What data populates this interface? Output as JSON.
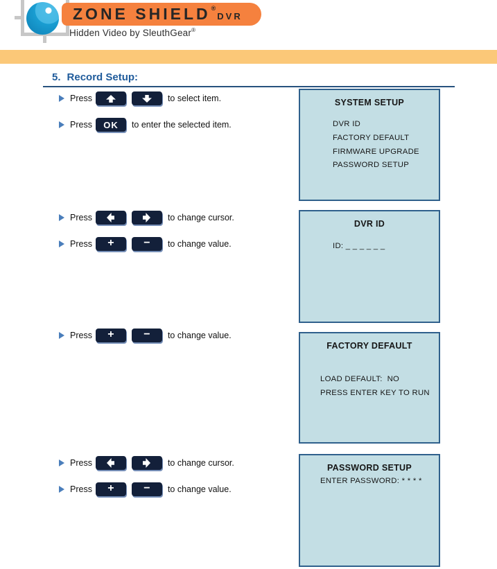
{
  "header": {
    "brand_title": "ZONE SHIELD",
    "brand_reg": "®",
    "brand_suffix": "DVR",
    "tagline": "Hidden Video by SleuthGear",
    "tagline_reg": "®"
  },
  "section": {
    "number": "5.",
    "title": "Record Setup:"
  },
  "instructions": {
    "press_label": "Press",
    "rows": [
      {
        "keys": [
          "up-arrow",
          "down-arrow"
        ],
        "suffix": "to select item."
      },
      {
        "keys": [
          "ok"
        ],
        "suffix": "to enter the selected item."
      },
      {
        "keys": [
          "left-arrow",
          "right-arrow"
        ],
        "suffix": "to change cursor."
      },
      {
        "keys": [
          "plus",
          "minus"
        ],
        "suffix": "to change value."
      },
      {
        "keys": [
          "plus",
          "minus"
        ],
        "suffix": "to change value."
      },
      {
        "keys": [
          "left-arrow",
          "right-arrow"
        ],
        "suffix": "to change cursor."
      },
      {
        "keys": [
          "plus",
          "minus"
        ],
        "suffix": "to change value."
      }
    ]
  },
  "key_labels": {
    "ok": "OK",
    "plus": "+",
    "minus": "−"
  },
  "screens": [
    {
      "title": "SYSTEM SETUP",
      "lines": [
        "DVR ID",
        "FACTORY DEFAULT",
        "FIRMWARE UPGRADE",
        "PASSWORD SETUP"
      ]
    },
    {
      "title": "DVR ID",
      "lines": [
        "ID: _ _ _ _ _ _"
      ]
    },
    {
      "title": "FACTORY DEFAULT",
      "lines": [
        "LOAD DEFAULT:  NO",
        "PRESS ENTER KEY TO RUN"
      ]
    },
    {
      "title": "PASSWORD SETUP",
      "lines": [
        "ENTER PASSWORD: * * * *"
      ]
    }
  ],
  "colors": {
    "banner-orange": "#F5813E",
    "bar-orange": "#FBC878",
    "heading-blue": "#1F5B9B",
    "bullet-blue": "#4A7EBB",
    "key-navy": "#13203A",
    "screen-bg": "#C3DEE4",
    "screen-border": "#2F608C",
    "lens-blue": "#1D9FD4"
  }
}
